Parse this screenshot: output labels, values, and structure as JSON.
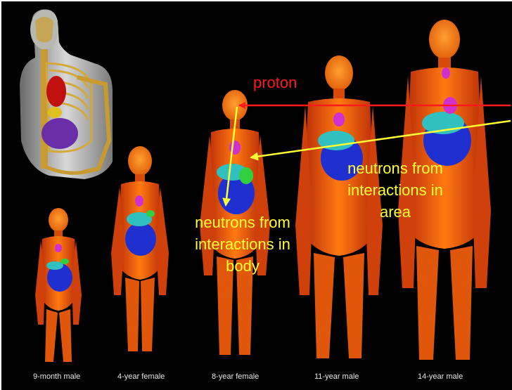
{
  "captions": [
    "9-month male",
    "4-year female",
    "8-year female",
    "11-year male",
    "14-year male"
  ],
  "annotations": {
    "proton": "proton",
    "body_line1": "neutrons from",
    "body_line2": "interactions in",
    "body_line3": "body",
    "area_line1": "neutrons from",
    "area_line2": "interactions in",
    "area_line3": "area"
  },
  "colors": {
    "background": "#000000",
    "proton_arrow": "#ff1a1a",
    "neutron_arrow": "#ffff33",
    "caption_text": "#e6e6e6"
  }
}
